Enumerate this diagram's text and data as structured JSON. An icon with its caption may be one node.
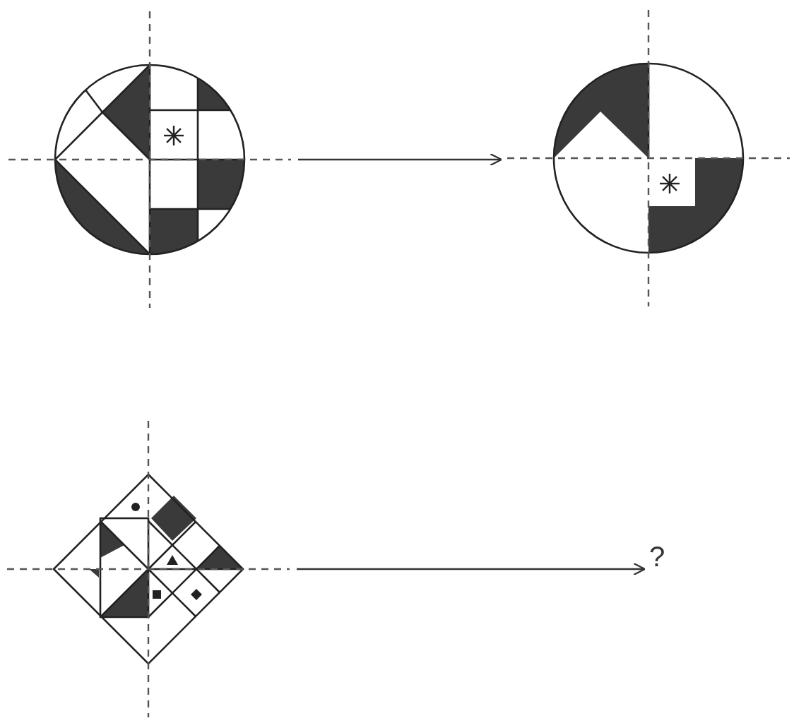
{
  "diagram": {
    "nodes": [
      {
        "text": [],
        "shape": "picture"
      },
      {
        "text": [],
        "shape": "picture"
      },
      {
        "text": [],
        "shape": "picture"
      },
      {
        "text": [
          "?"
        ]
      }
    ],
    "edges": [
      {
        "from": 0,
        "to": 1,
        "arrow": "to"
      },
      {
        "from": 2,
        "to": 3,
        "arrow": "to"
      }
    ]
  }
}
